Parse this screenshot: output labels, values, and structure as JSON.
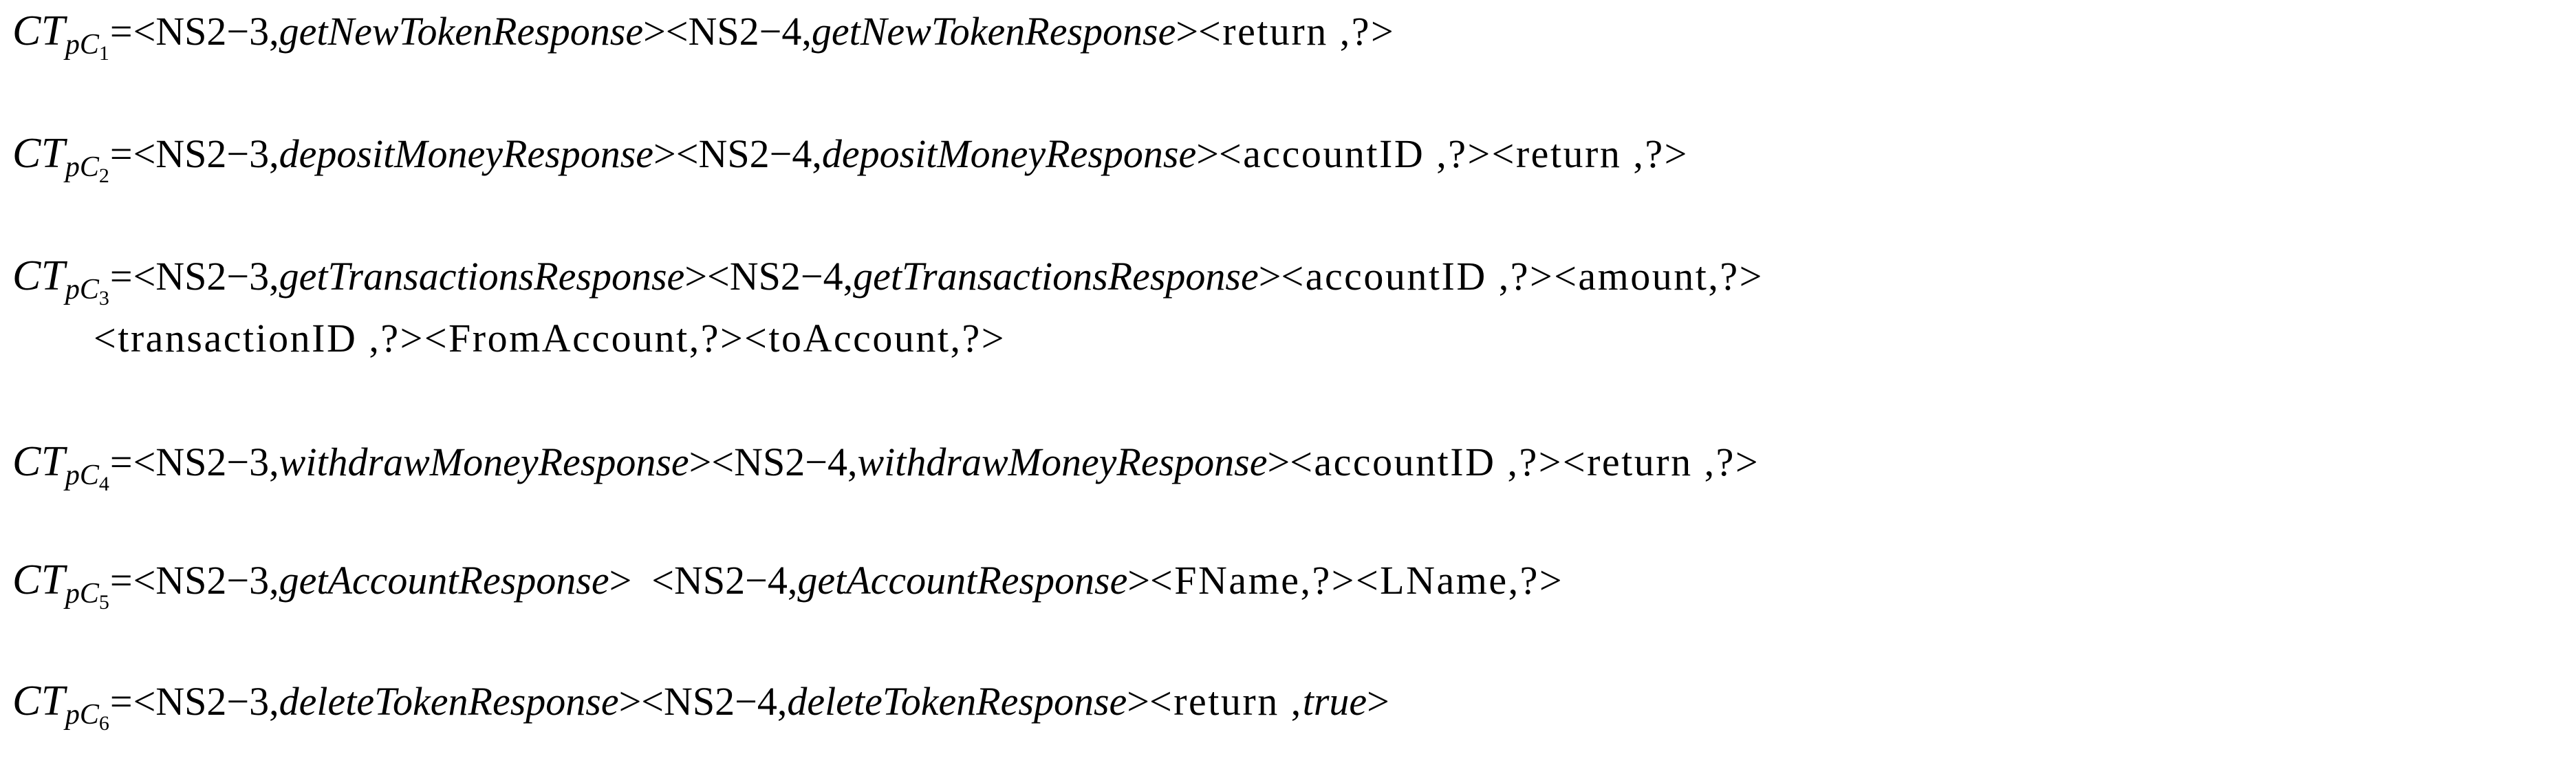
{
  "document": {
    "type": "math-equations",
    "background_color": "#ffffff",
    "text_color": "#000000",
    "equation_count": 6
  },
  "equations": [
    {
      "id": "eq1",
      "label_base": "CT",
      "label_sub": "pC",
      "label_sub_index": "1",
      "equals": "=",
      "lines": [
        {
          "tokens": [
            {
              "style": "upright",
              "text": "<NS2−3,"
            },
            {
              "style": "italic",
              "text": "getNewTokenResponse"
            },
            {
              "style": "upright",
              "text": "><NS2−4,"
            },
            {
              "style": "italic",
              "text": "getNewTokenResponse"
            },
            {
              "style": "upright",
              "text": ">"
            },
            {
              "style": "upright-wide",
              "text": "<return ,?>"
            }
          ]
        }
      ]
    },
    {
      "id": "eq2",
      "label_base": "CT",
      "label_sub": "pC",
      "label_sub_index": "2",
      "equals": "=",
      "lines": [
        {
          "tokens": [
            {
              "style": "upright",
              "text": "<NS2−3,"
            },
            {
              "style": "italic",
              "text": "depositMoneyResponse"
            },
            {
              "style": "upright",
              "text": "><NS2−4,"
            },
            {
              "style": "italic",
              "text": "depositMoneyResponse"
            },
            {
              "style": "upright",
              "text": ">"
            },
            {
              "style": "upright-wide",
              "text": "<accountID ,?><return ,?>"
            }
          ]
        }
      ]
    },
    {
      "id": "eq3",
      "label_base": "CT",
      "label_sub": "pC",
      "label_sub_index": "3",
      "equals": "=",
      "lines": [
        {
          "tokens": [
            {
              "style": "upright",
              "text": "<NS2−3,"
            },
            {
              "style": "italic",
              "text": "getTransactionsResponse"
            },
            {
              "style": "upright",
              "text": "><NS2−4,"
            },
            {
              "style": "italic",
              "text": "getTransactionsResponse"
            },
            {
              "style": "upright",
              "text": ">"
            },
            {
              "style": "upright-wide",
              "text": "<accountID ,?><amount,?>"
            }
          ]
        },
        {
          "indent": true,
          "tokens": [
            {
              "style": "upright-wide",
              "text": "<transactionID ,?><FromAccount,?><toAccount,?>"
            }
          ]
        }
      ]
    },
    {
      "id": "eq4",
      "label_base": "CT",
      "label_sub": "pC",
      "label_sub_index": "4",
      "equals": "=",
      "lines": [
        {
          "tokens": [
            {
              "style": "upright",
              "text": "<NS2−3,"
            },
            {
              "style": "italic",
              "text": "withdrawMoneyResponse"
            },
            {
              "style": "upright",
              "text": "><NS2−4,"
            },
            {
              "style": "italic",
              "text": "withdrawMoneyResponse"
            },
            {
              "style": "upright",
              "text": ">"
            },
            {
              "style": "upright-wide",
              "text": "<accountID ,?><return ,?>"
            }
          ]
        }
      ]
    },
    {
      "id": "eq5",
      "label_base": "CT",
      "label_sub": "pC",
      "label_sub_index": "5",
      "equals": "=",
      "lines": [
        {
          "tokens": [
            {
              "style": "upright",
              "text": "<NS2−3,"
            },
            {
              "style": "italic",
              "text": "getAccountResponse"
            },
            {
              "style": "upright",
              "text": ">  <NS2−4,"
            },
            {
              "style": "italic",
              "text": "getAccountResponse"
            },
            {
              "style": "upright",
              "text": ">"
            },
            {
              "style": "upright-wide",
              "text": "<FName,?><LName,?>"
            }
          ]
        }
      ]
    },
    {
      "id": "eq6",
      "label_base": "CT",
      "label_sub": "pC",
      "label_sub_index": "6",
      "equals": "=",
      "lines": [
        {
          "tokens": [
            {
              "style": "upright",
              "text": "<NS2−3,"
            },
            {
              "style": "italic",
              "text": "deleteTokenResponse"
            },
            {
              "style": "upright",
              "text": "><NS2−4,"
            },
            {
              "style": "italic",
              "text": "deleteTokenResponse"
            },
            {
              "style": "upright",
              "text": ">"
            },
            {
              "style": "upright-wide",
              "text": "<return ,"
            },
            {
              "style": "italic",
              "text": "true"
            },
            {
              "style": "upright",
              "text": ">"
            }
          ]
        }
      ]
    }
  ]
}
